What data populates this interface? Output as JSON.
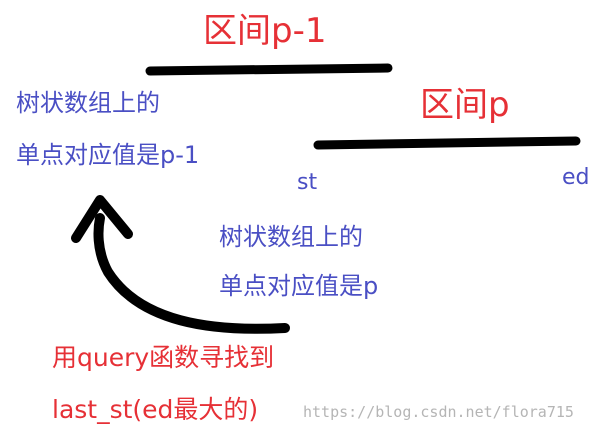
{
  "interval_prev": {
    "label": "区间p-1"
  },
  "interval_curr": {
    "label": "区间p"
  },
  "note_prev": {
    "line1": "树状数组上的",
    "line2": "单点对应值是p-1"
  },
  "note_curr": {
    "line1": "树状数组上的",
    "line2": "单点对应值是p"
  },
  "markers": {
    "start": "st",
    "end": "ed"
  },
  "query_note": {
    "line1": "用query函数寻找到",
    "line2": "last_st(ed最大的)"
  },
  "watermark": "https://blog.csdn.net/flora715",
  "colors": {
    "interval_label": "#e63036",
    "note_text": "#4a4fc4",
    "query_text": "#e63036",
    "stroke": "#000000"
  }
}
